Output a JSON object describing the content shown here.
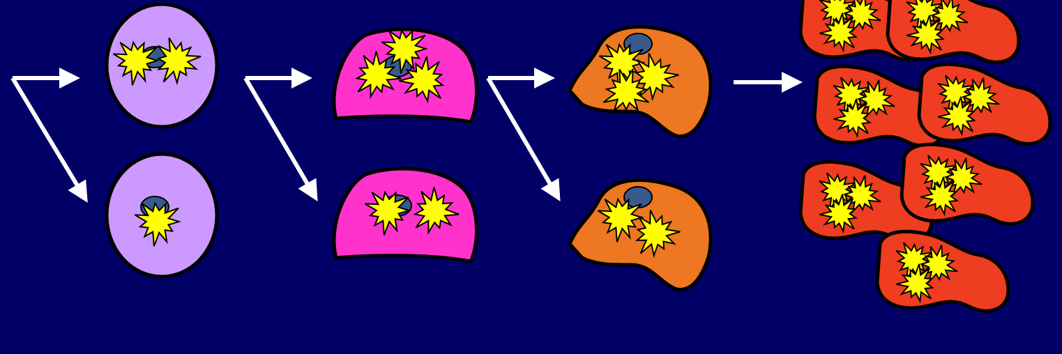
{
  "colors": {
    "background": "#000066",
    "arrow": "#ffffff",
    "outline": "#000000",
    "nucleus": "#3a5a8c",
    "mutation_burst": "#ffff00",
    "stage_1_cell": "#cc99ff",
    "stage_2_cell": "#ff33cc",
    "stage_3_cell": "#ee7722",
    "stage_4_cell": "#ee3d20"
  },
  "stages": [
    {
      "cell_shape": "round",
      "fill_key": "stage_1_cell",
      "mutation_counts": [
        2,
        1
      ]
    },
    {
      "cell_shape": "dome",
      "fill_key": "stage_2_cell",
      "mutation_counts": [
        3,
        2
      ]
    },
    {
      "cell_shape": "irregular",
      "fill_key": "stage_3_cell",
      "mutation_counts": [
        3,
        2
      ]
    },
    {
      "cell_shape": "elongated-cluster",
      "fill_key": "stage_4_cell",
      "cell_count": 7,
      "mutation_count_each": 3
    }
  ],
  "icons": {
    "burst": "starburst-icon",
    "arrow": "arrow-icon"
  }
}
